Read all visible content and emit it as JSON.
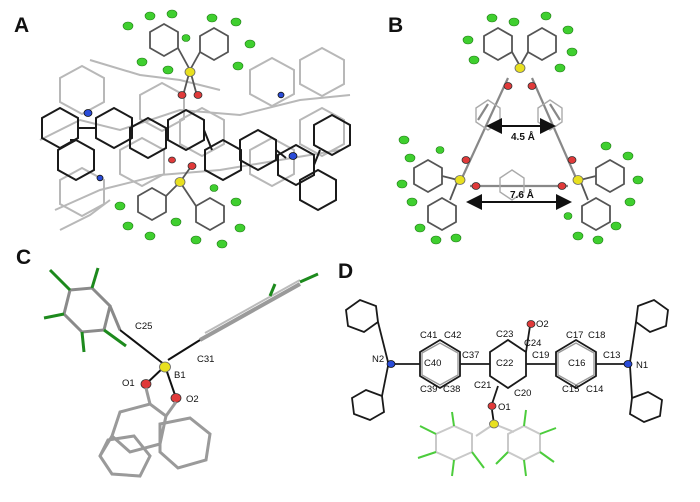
{
  "panels": {
    "a": {
      "letter": "A"
    },
    "b": {
      "letter": "B",
      "distances": [
        "4.5 Å",
        "7.6 Å"
      ]
    },
    "c": {
      "letter": "C",
      "atoms": [
        "C25",
        "B1",
        "C31",
        "O1",
        "O2"
      ]
    },
    "d": {
      "letter": "D",
      "atoms": [
        "O2",
        "C23",
        "C24",
        "C41",
        "C42",
        "C17",
        "C18",
        "N2",
        "C40",
        "C37",
        "C22",
        "C19",
        "C16",
        "C13",
        "N1",
        "C39",
        "C38",
        "C21",
        "C20",
        "C15",
        "C14",
        "O1"
      ]
    }
  },
  "colors": {
    "fluorine": "#3fcf2f",
    "boron": "#e8e020",
    "oxygen": "#e03a3a",
    "nitrogen": "#2a4cd8",
    "carbon": "#9a9a9a",
    "bond": "#111111"
  }
}
